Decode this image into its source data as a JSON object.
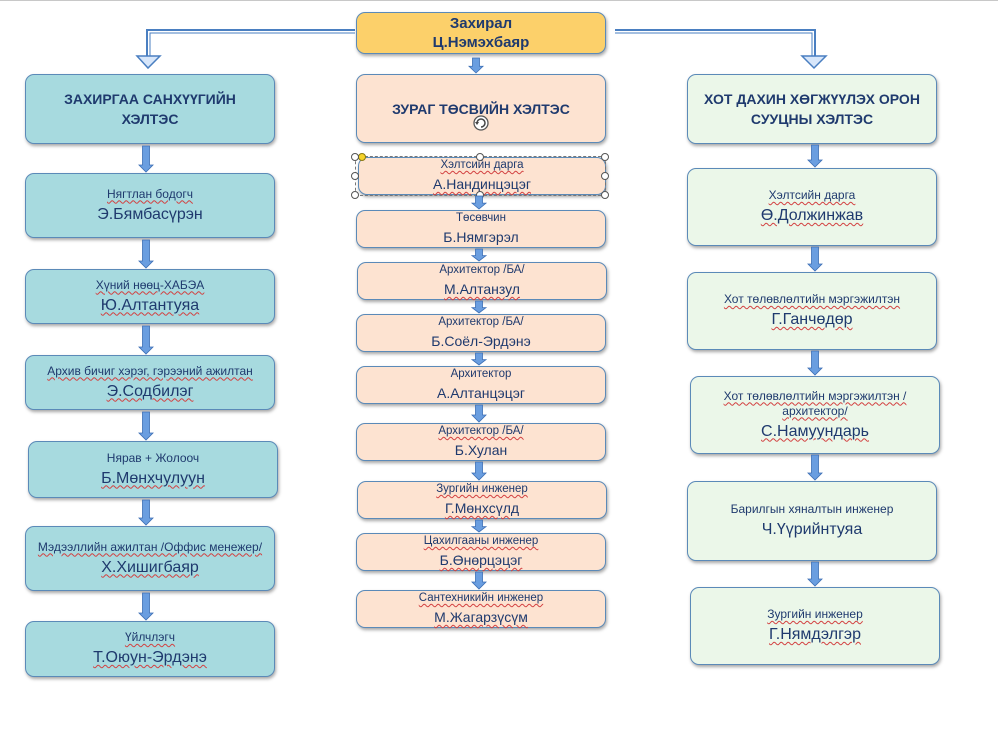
{
  "director": {
    "title": "Захирал",
    "name": "Ц.Нэмэхбаяр"
  },
  "left": {
    "header": "ЗАХИРГАА САНХҮҮГИЙН ХЭЛТЭС",
    "items": [
      {
        "role": "Нягтлан бодогч",
        "name": "Э.Бямбасүрэн"
      },
      {
        "role": "Хүний нөөц-ХАБЭА",
        "name": "Ю.Алтантуяа"
      },
      {
        "role": "Архив бичиг хэрэг, гэрээний ажилтан",
        "name": "Э.Содбилэг"
      },
      {
        "role": "Нярав + Жолооч",
        "name": "Б.Мөнхчулуун"
      },
      {
        "role": "Мэдээллийн ажилтан /Оффис менежер/",
        "name": "Х.Хишигбаяр"
      },
      {
        "role": "Үйлчлэгч",
        "name": "Т.Оюун-Эрдэнэ"
      }
    ]
  },
  "center": {
    "header": "ЗУРАГ ТӨСВИЙН ХЭЛТЭС",
    "items": [
      {
        "role": "Хэлтсийн дарга",
        "name": "А.Нандинцэцэг"
      },
      {
        "role": "Төсөвчин",
        "name": "Б.Нямгэрэл"
      },
      {
        "role": "Архитектор /БА/",
        "name": "М.Алтанзул"
      },
      {
        "role": "Архитектор /БА/",
        "name": "Б.Соёл-Эрдэнэ"
      },
      {
        "role": "Архитектор",
        "name": "А.Алтанцэцэг"
      },
      {
        "role": "Архитектор /БА/",
        "name": "Б.Хулан"
      },
      {
        "role": "Зургийн инженер",
        "name": "Г.Мөнхсүлд"
      },
      {
        "role": "Цахилгааны инженер",
        "name": "Б.Өнөрцэцэг"
      },
      {
        "role": "Сантехникийн инженер",
        "name": "М.Жагарзүсүм"
      }
    ]
  },
  "right": {
    "header": "ХОТ ДАХИН ХӨГЖҮҮЛЭХ ОРОН СУУЦНЫ ХЭЛТЭС",
    "items": [
      {
        "role": "Хэлтсийн дарга",
        "name": "Ө.Должинжав"
      },
      {
        "role": "Хот төлөвлөлтийн мэргэжилтэн",
        "name": "Г.Ганчөдөр"
      },
      {
        "role": "Хот төлөвлөлтийн мэргэжилтэн /архитектор/",
        "name": "С.Намуундарь"
      },
      {
        "role": "Барилгын хяналтын инженер",
        "name": "Ч.Үүрийнтуяа"
      },
      {
        "role": "Зургийн инженер",
        "name": "Г.Нямдэлгэр"
      }
    ]
  },
  "colors": {
    "teal": "#a7dadf",
    "peach": "#fde3d1",
    "mint": "#ebf7e9",
    "gold": "#fcd06a",
    "arrow": "#4a7fc1",
    "text": "#1f3a6e"
  }
}
